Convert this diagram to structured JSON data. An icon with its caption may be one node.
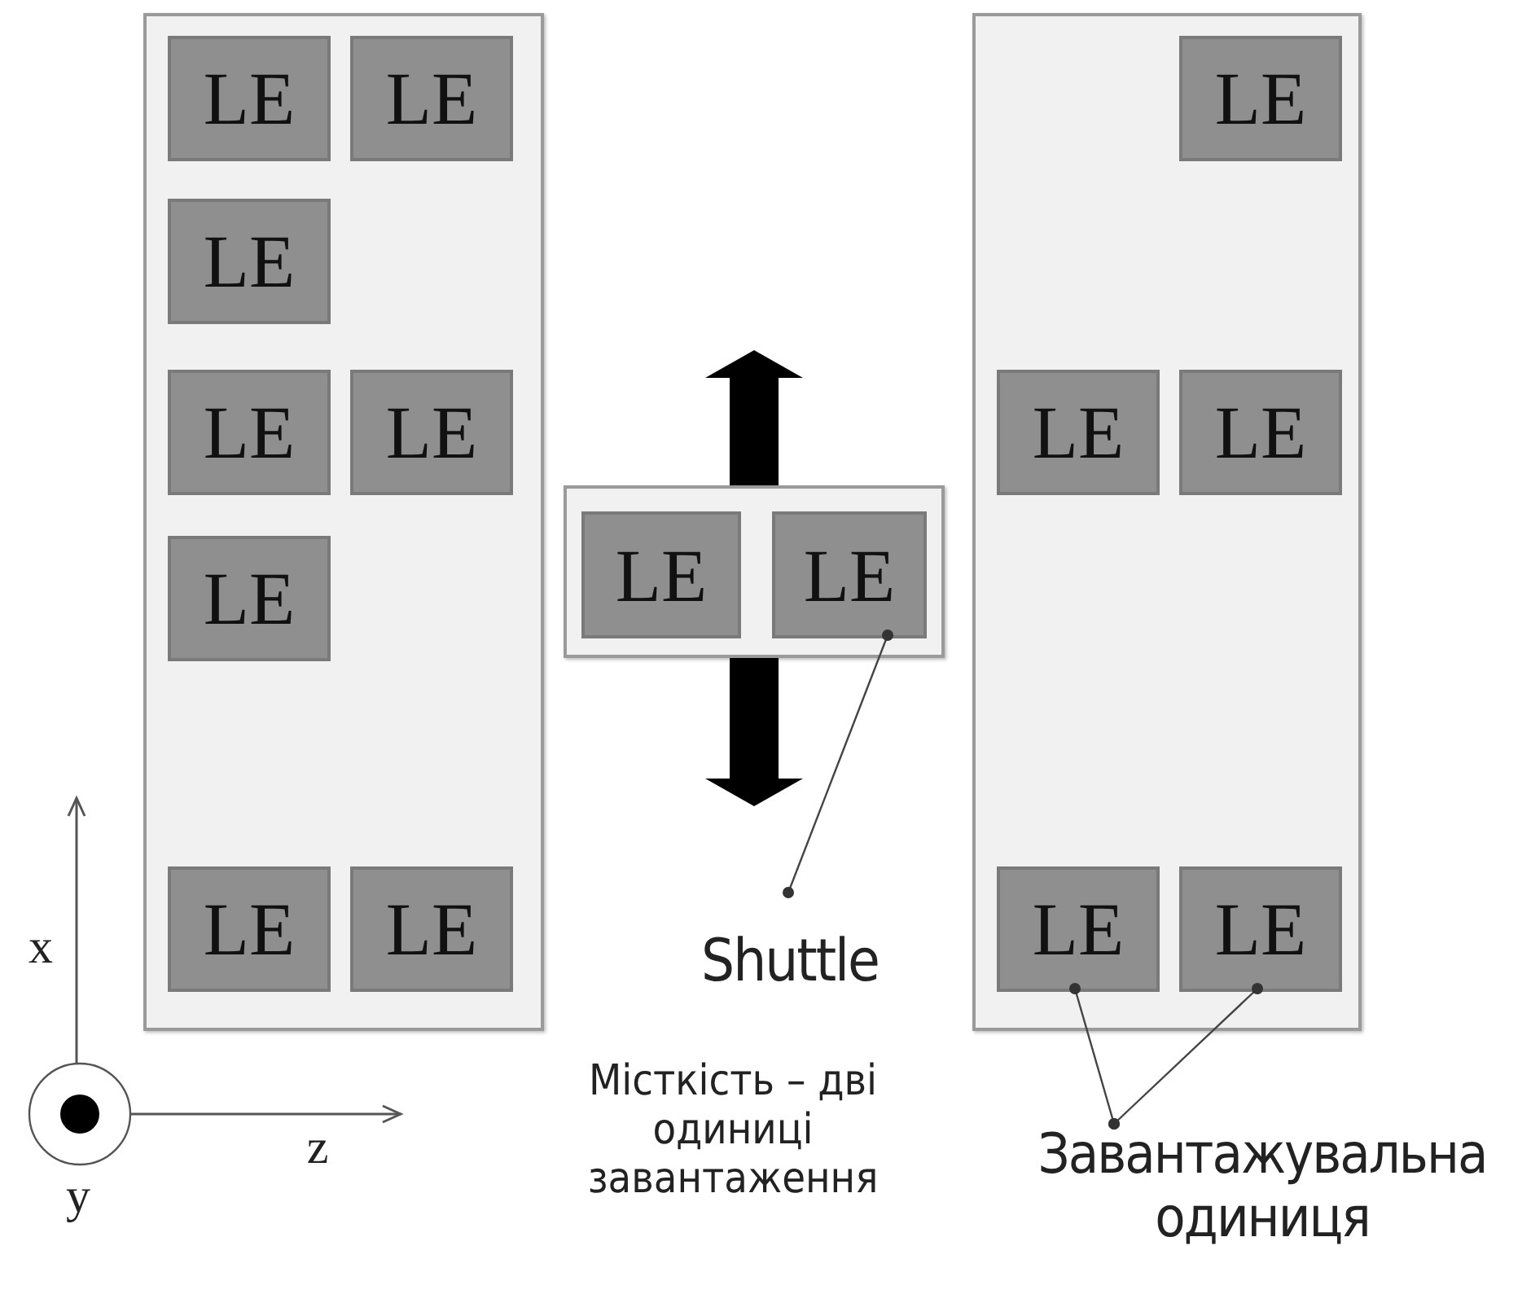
{
  "diagram": {
    "nodes": [
      {
        "text": [],
        "shape": "box"
      },
      {
        "text": [
          "LE"
        ],
        "in": 0
      },
      {
        "text": [
          "LE"
        ],
        "in": 0
      },
      {
        "text": [
          "LE"
        ],
        "in": 0
      },
      {
        "text": [
          "LE"
        ],
        "in": 0
      },
      {
        "text": [
          "LE"
        ],
        "in": 0
      },
      {
        "text": [
          "LE"
        ],
        "in": 0
      },
      {
        "text": [
          "LE"
        ],
        "in": 0
      },
      {
        "text": [
          "LE"
        ],
        "in": 0
      },
      {
        "text": [],
        "shape": "box"
      },
      {
        "text": [
          "LE"
        ],
        "in": 9
      },
      {
        "text": [
          "LE"
        ],
        "in": 9
      },
      {
        "text": [],
        "shape": "box"
      },
      {
        "text": [
          "LE"
        ],
        "in": 12
      },
      {
        "text": [
          "LE"
        ],
        "in": 12
      },
      {
        "text": [
          "LE"
        ],
        "in": 12
      },
      {
        "text": [
          "LE"
        ],
        "in": 12
      },
      {
        "text": [
          "LE"
        ],
        "in": 12
      },
      {
        "text": [
          "Shuttle"
        ]
      },
      {
        "text": [
          "Завантажувальна одиниця"
        ]
      }
    ],
    "edges": [
      {
        "from": 18,
        "to": 11,
        "arrow": "other"
      },
      {
        "from": 19,
        "to": 16,
        "arrow": "other"
      },
      {
        "from": 19,
        "to": 17,
        "arrow": "other"
      }
    ],
    "labels": [
      "Місткість – дві одиниці завантаження",
      "x",
      "z",
      "y"
    ]
  }
}
